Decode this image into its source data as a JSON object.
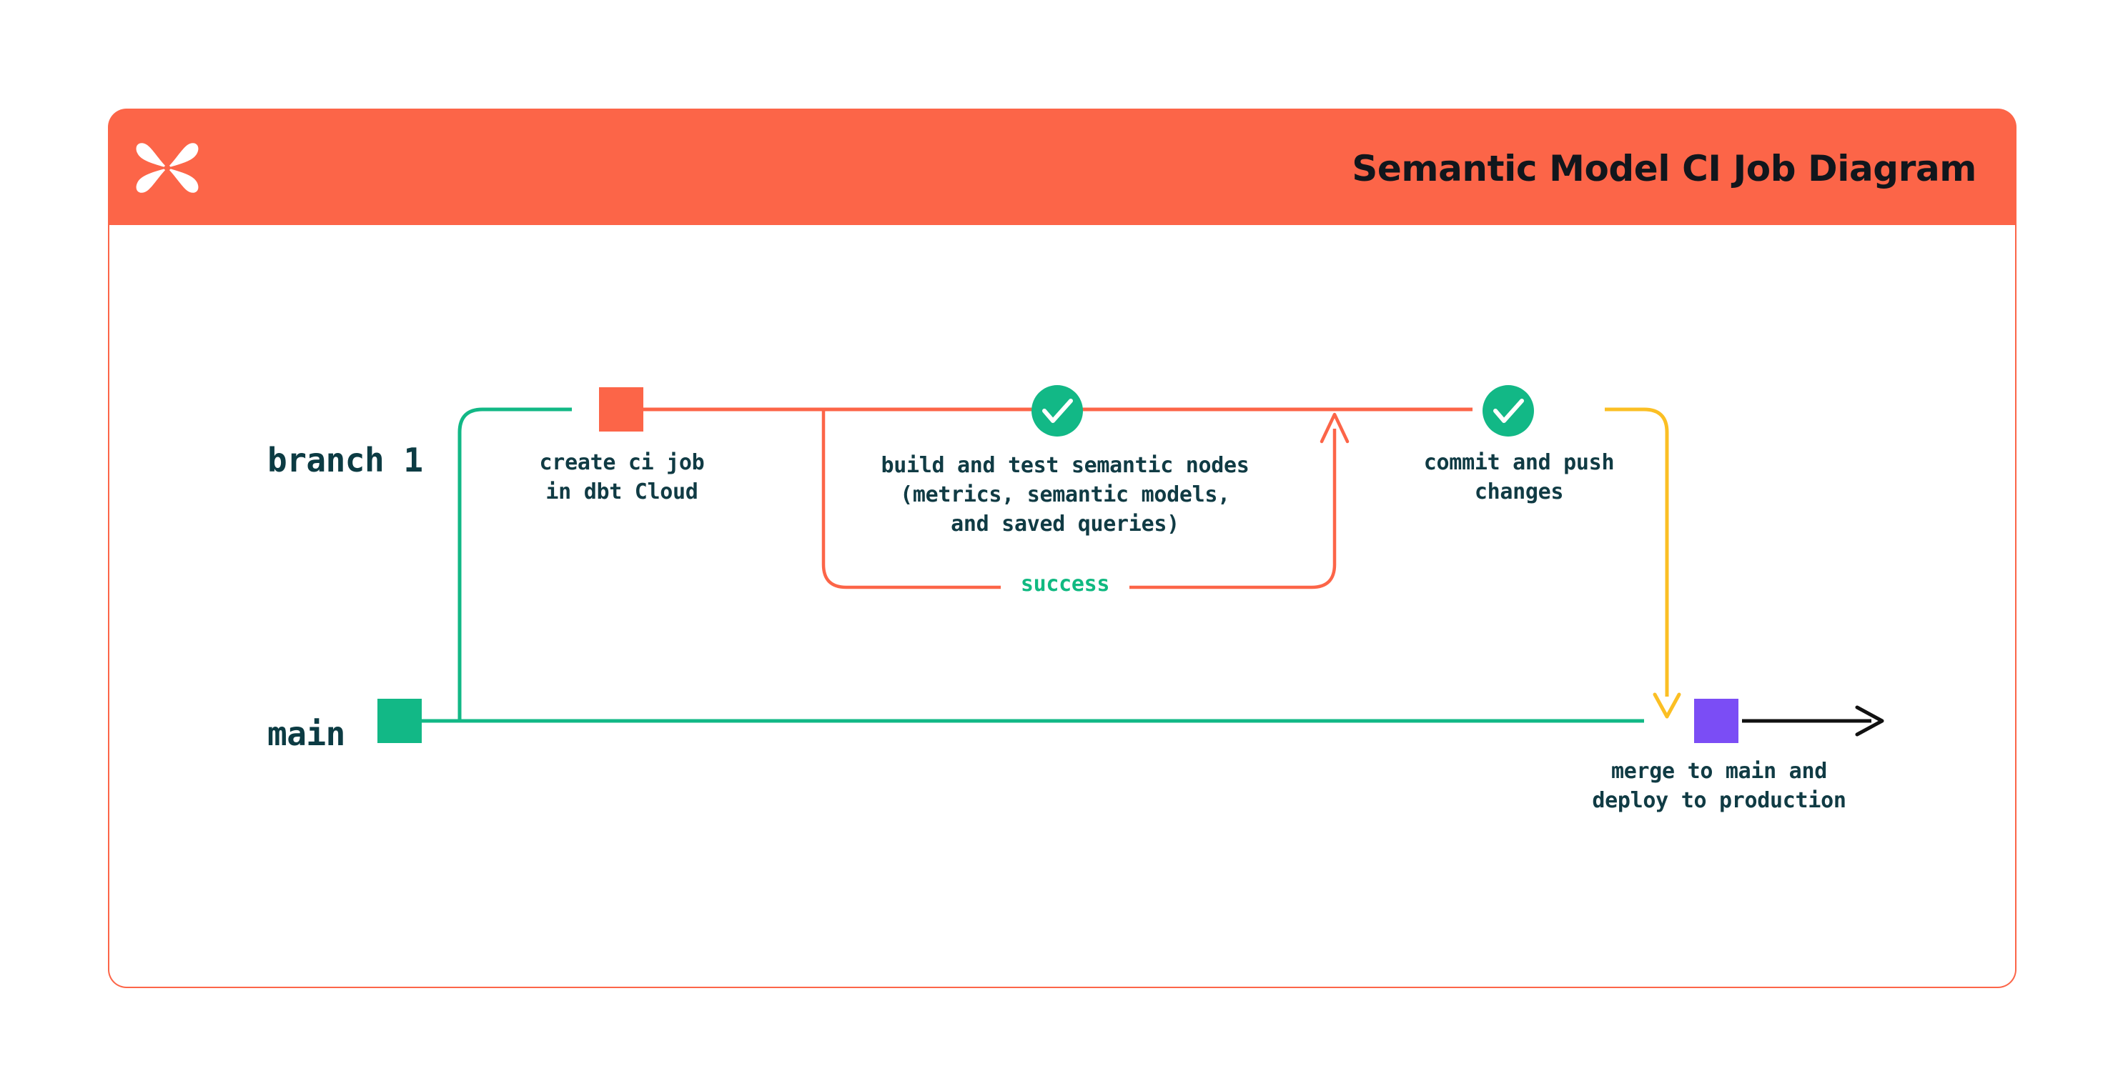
{
  "header": {
    "title": "Semantic Model CI Job Diagram",
    "logo_icon": "dbt-logo-icon",
    "background_color": "#fc6548"
  },
  "card": {
    "border_color": "#fc6548",
    "background_color": "#ffffff"
  },
  "lanes": [
    {
      "id": "branch1",
      "label": "branch 1",
      "color": "#0c3b43"
    },
    {
      "id": "main",
      "label": "main",
      "color": "#0c3b43"
    }
  ],
  "nodes": [
    {
      "id": "create-ci-job",
      "type": "square",
      "color": "#fc6548",
      "label": "create ci job\nin dbt Cloud"
    },
    {
      "id": "build-and-test",
      "type": "check-circle",
      "color": "#12b886",
      "icon": "check-icon",
      "label": "build and test semantic nodes\n(metrics, semantic models,\nand saved queries)"
    },
    {
      "id": "commit-and-push",
      "type": "check-circle",
      "color": "#12b886",
      "icon": "check-icon",
      "label": "commit and push\nchanges"
    },
    {
      "id": "merge-to-main",
      "type": "square",
      "color": "#7b4df5",
      "label": "merge to main and\ndeploy to production"
    }
  ],
  "edges": {
    "success_label": "success",
    "success_color": "#10b981",
    "loop_color": "#fc6548",
    "branch_line_start_color": "#12b886",
    "branch_line_end_color": "#fbbf24",
    "main_line_color": "#12b886",
    "merge_arrow_color": "#fbbf24",
    "head_arrow_color": "#111111"
  }
}
